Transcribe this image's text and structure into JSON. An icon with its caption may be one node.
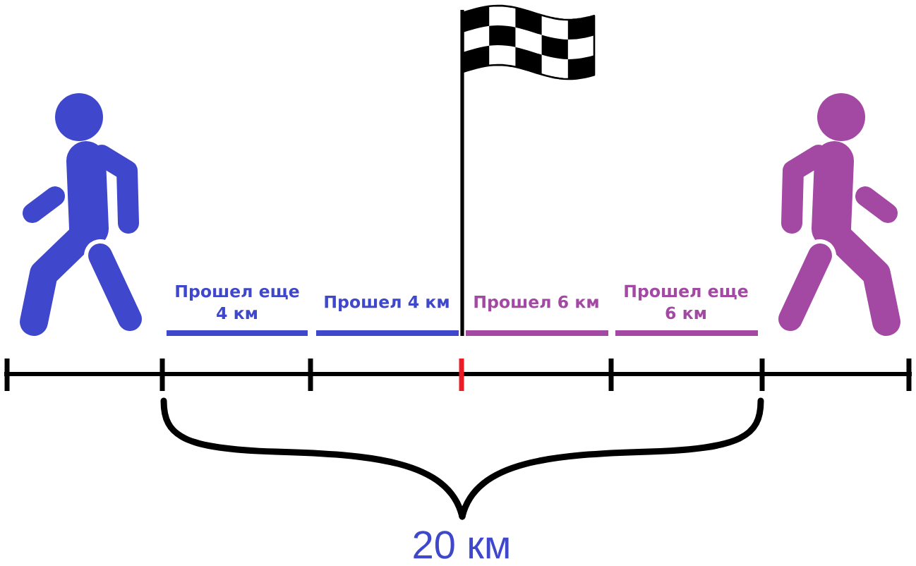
{
  "diagram": {
    "labels": [
      "Прошел еще 4 км",
      "Прошел 4 км",
      "Прошел 6 км",
      "Прошел еще 6 км",
      "20 км"
    ]
  }
}
